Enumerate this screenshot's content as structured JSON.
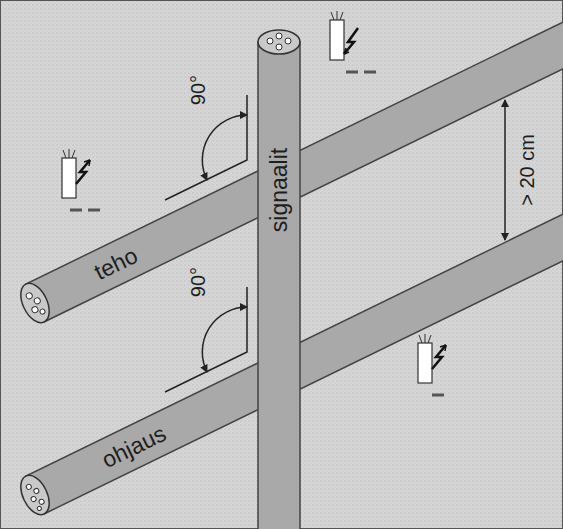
{
  "diagram": {
    "labels": [
      "teho",
      "ohjaus",
      "signaalit",
      "90°",
      "90°",
      "> 20 cm"
    ]
  }
}
